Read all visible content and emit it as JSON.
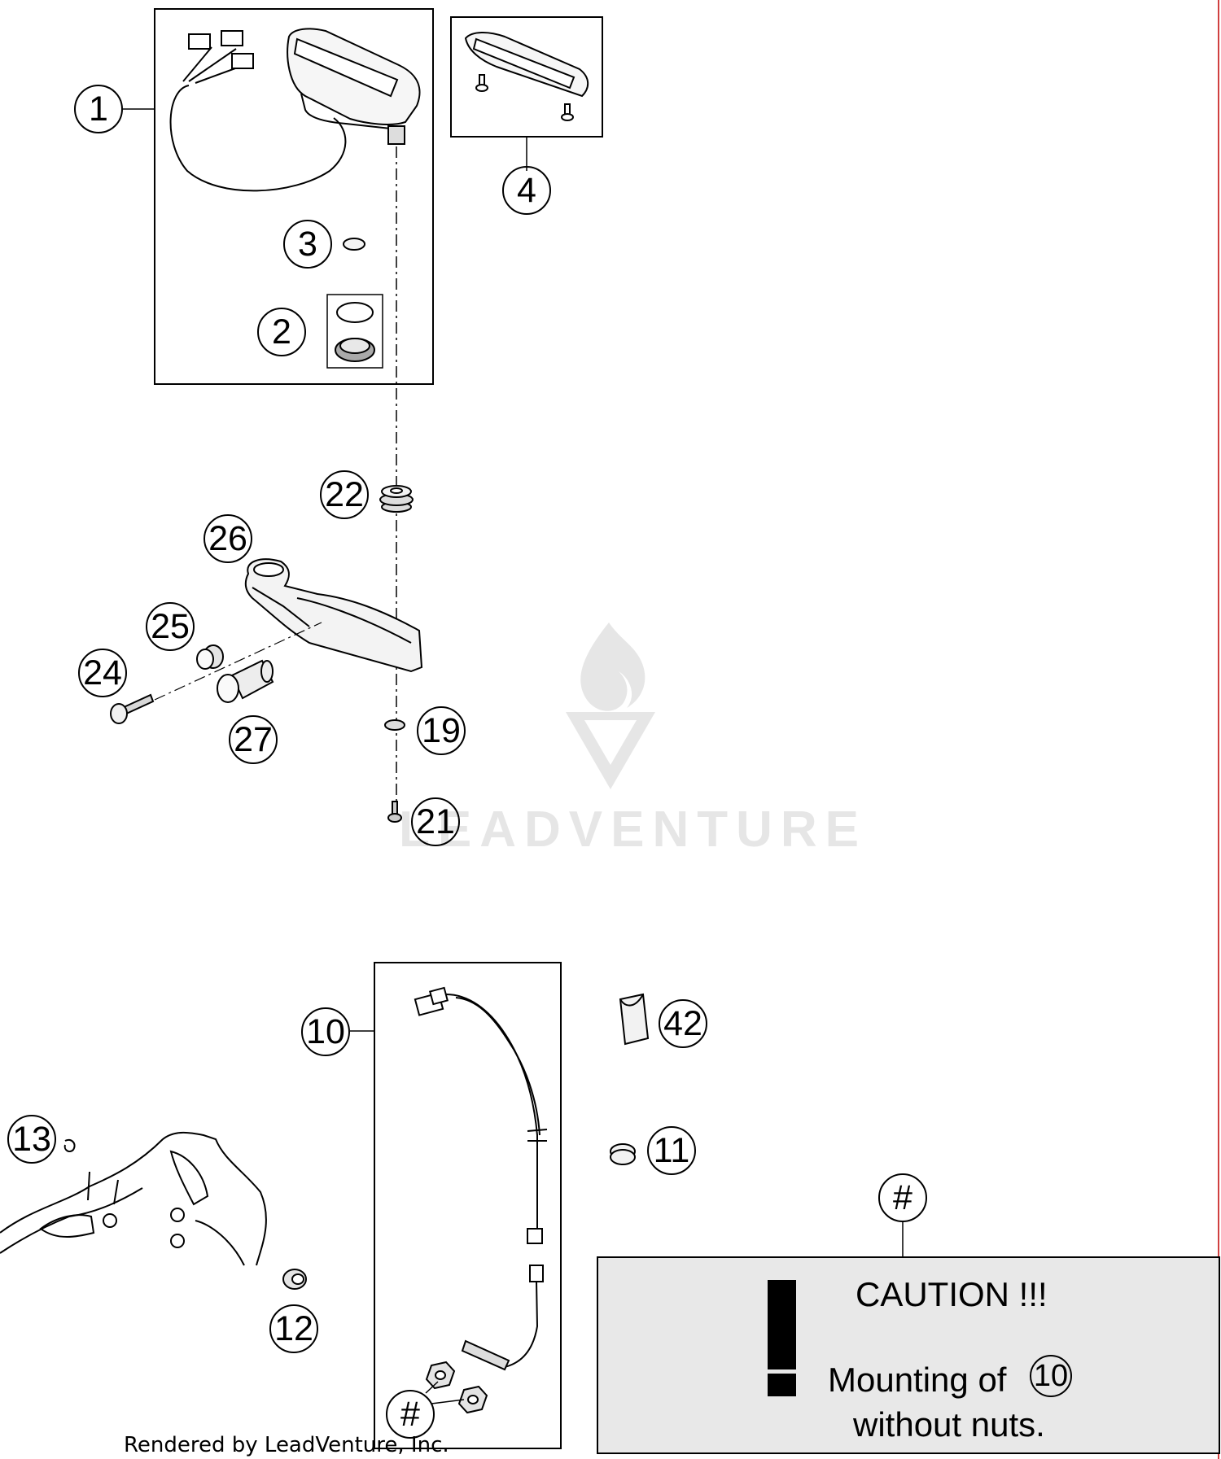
{
  "callouts": {
    "c1": "1",
    "c2": "2",
    "c3": "3",
    "c4": "4",
    "c10": "10",
    "c11": "11",
    "c12": "12",
    "c13": "13",
    "c19": "19",
    "c21": "21",
    "c22": "22",
    "c24": "24",
    "c25": "25",
    "c26": "26",
    "c27": "27",
    "c42": "42",
    "hash_note": "#",
    "hash_nuts": "#"
  },
  "caution": {
    "title": "CAUTION !!!",
    "line1": "Mounting of",
    "ref": "10",
    "line2": "without nuts."
  },
  "watermark": {
    "text": "LEADVENTURE"
  },
  "footer": {
    "rendered_by": "Rendered by LeadVenture, Inc."
  },
  "colors": {
    "line": "#000000",
    "caution_bg": "#e8e8e8",
    "watermark": "#e6e6e6"
  }
}
